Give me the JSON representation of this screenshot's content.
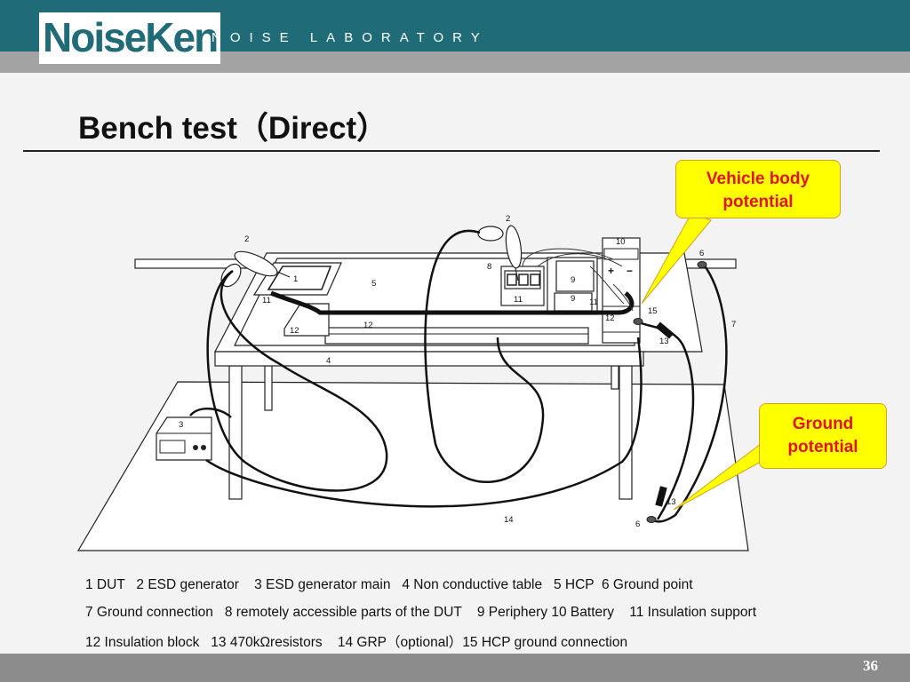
{
  "header": {
    "logo_text": "NoiseKen",
    "tagline": "NOISE LABORATORY",
    "colors": {
      "teal": "#1f6b78",
      "gray": "#a3a3a3"
    }
  },
  "slide": {
    "title": "Bench test（Direct）",
    "page_number": "36"
  },
  "callouts": {
    "vehicle_body": {
      "line1": "Vehicle body",
      "line2": "potential"
    },
    "ground": {
      "line1": "Ground",
      "line2": "potential"
    },
    "colors": {
      "fill": "#ffff00",
      "text": "#e0141c"
    }
  },
  "diagram_labels": {
    "dut": "1",
    "esd_gun_left": "2",
    "esd_gun_right": "2",
    "esd_main": "3",
    "table": "4",
    "hcp": "5",
    "ground_point_bottom": "6",
    "ground_point_top": "6",
    "ground_connection": "7",
    "remote_parts": "8",
    "periphery_a": "9",
    "periphery_b": "9",
    "battery": "10",
    "insulation_left": "11",
    "insulation_mid": "11",
    "insulation_right": "11",
    "block_left": "12",
    "block_mid": "12",
    "block_right": "12",
    "resistor_top": "13",
    "resistor_bottom": "13",
    "grp": "14",
    "hcp_ground": "15",
    "battery_plus": "+",
    "battery_minus": "−"
  },
  "legend": {
    "line1": "1 DUT   2 ESD generator    3 ESD generator main   4 Non conductive table   5 HCP  6 Ground point",
    "line2": "7 Ground connection   8 remotely accessible parts of the DUT    9 Periphery 10 Battery    11 Insulation support",
    "line3": "12 Insulation block   13 470kΩresistors    14 GRP（optional）15 HCP ground connection"
  }
}
